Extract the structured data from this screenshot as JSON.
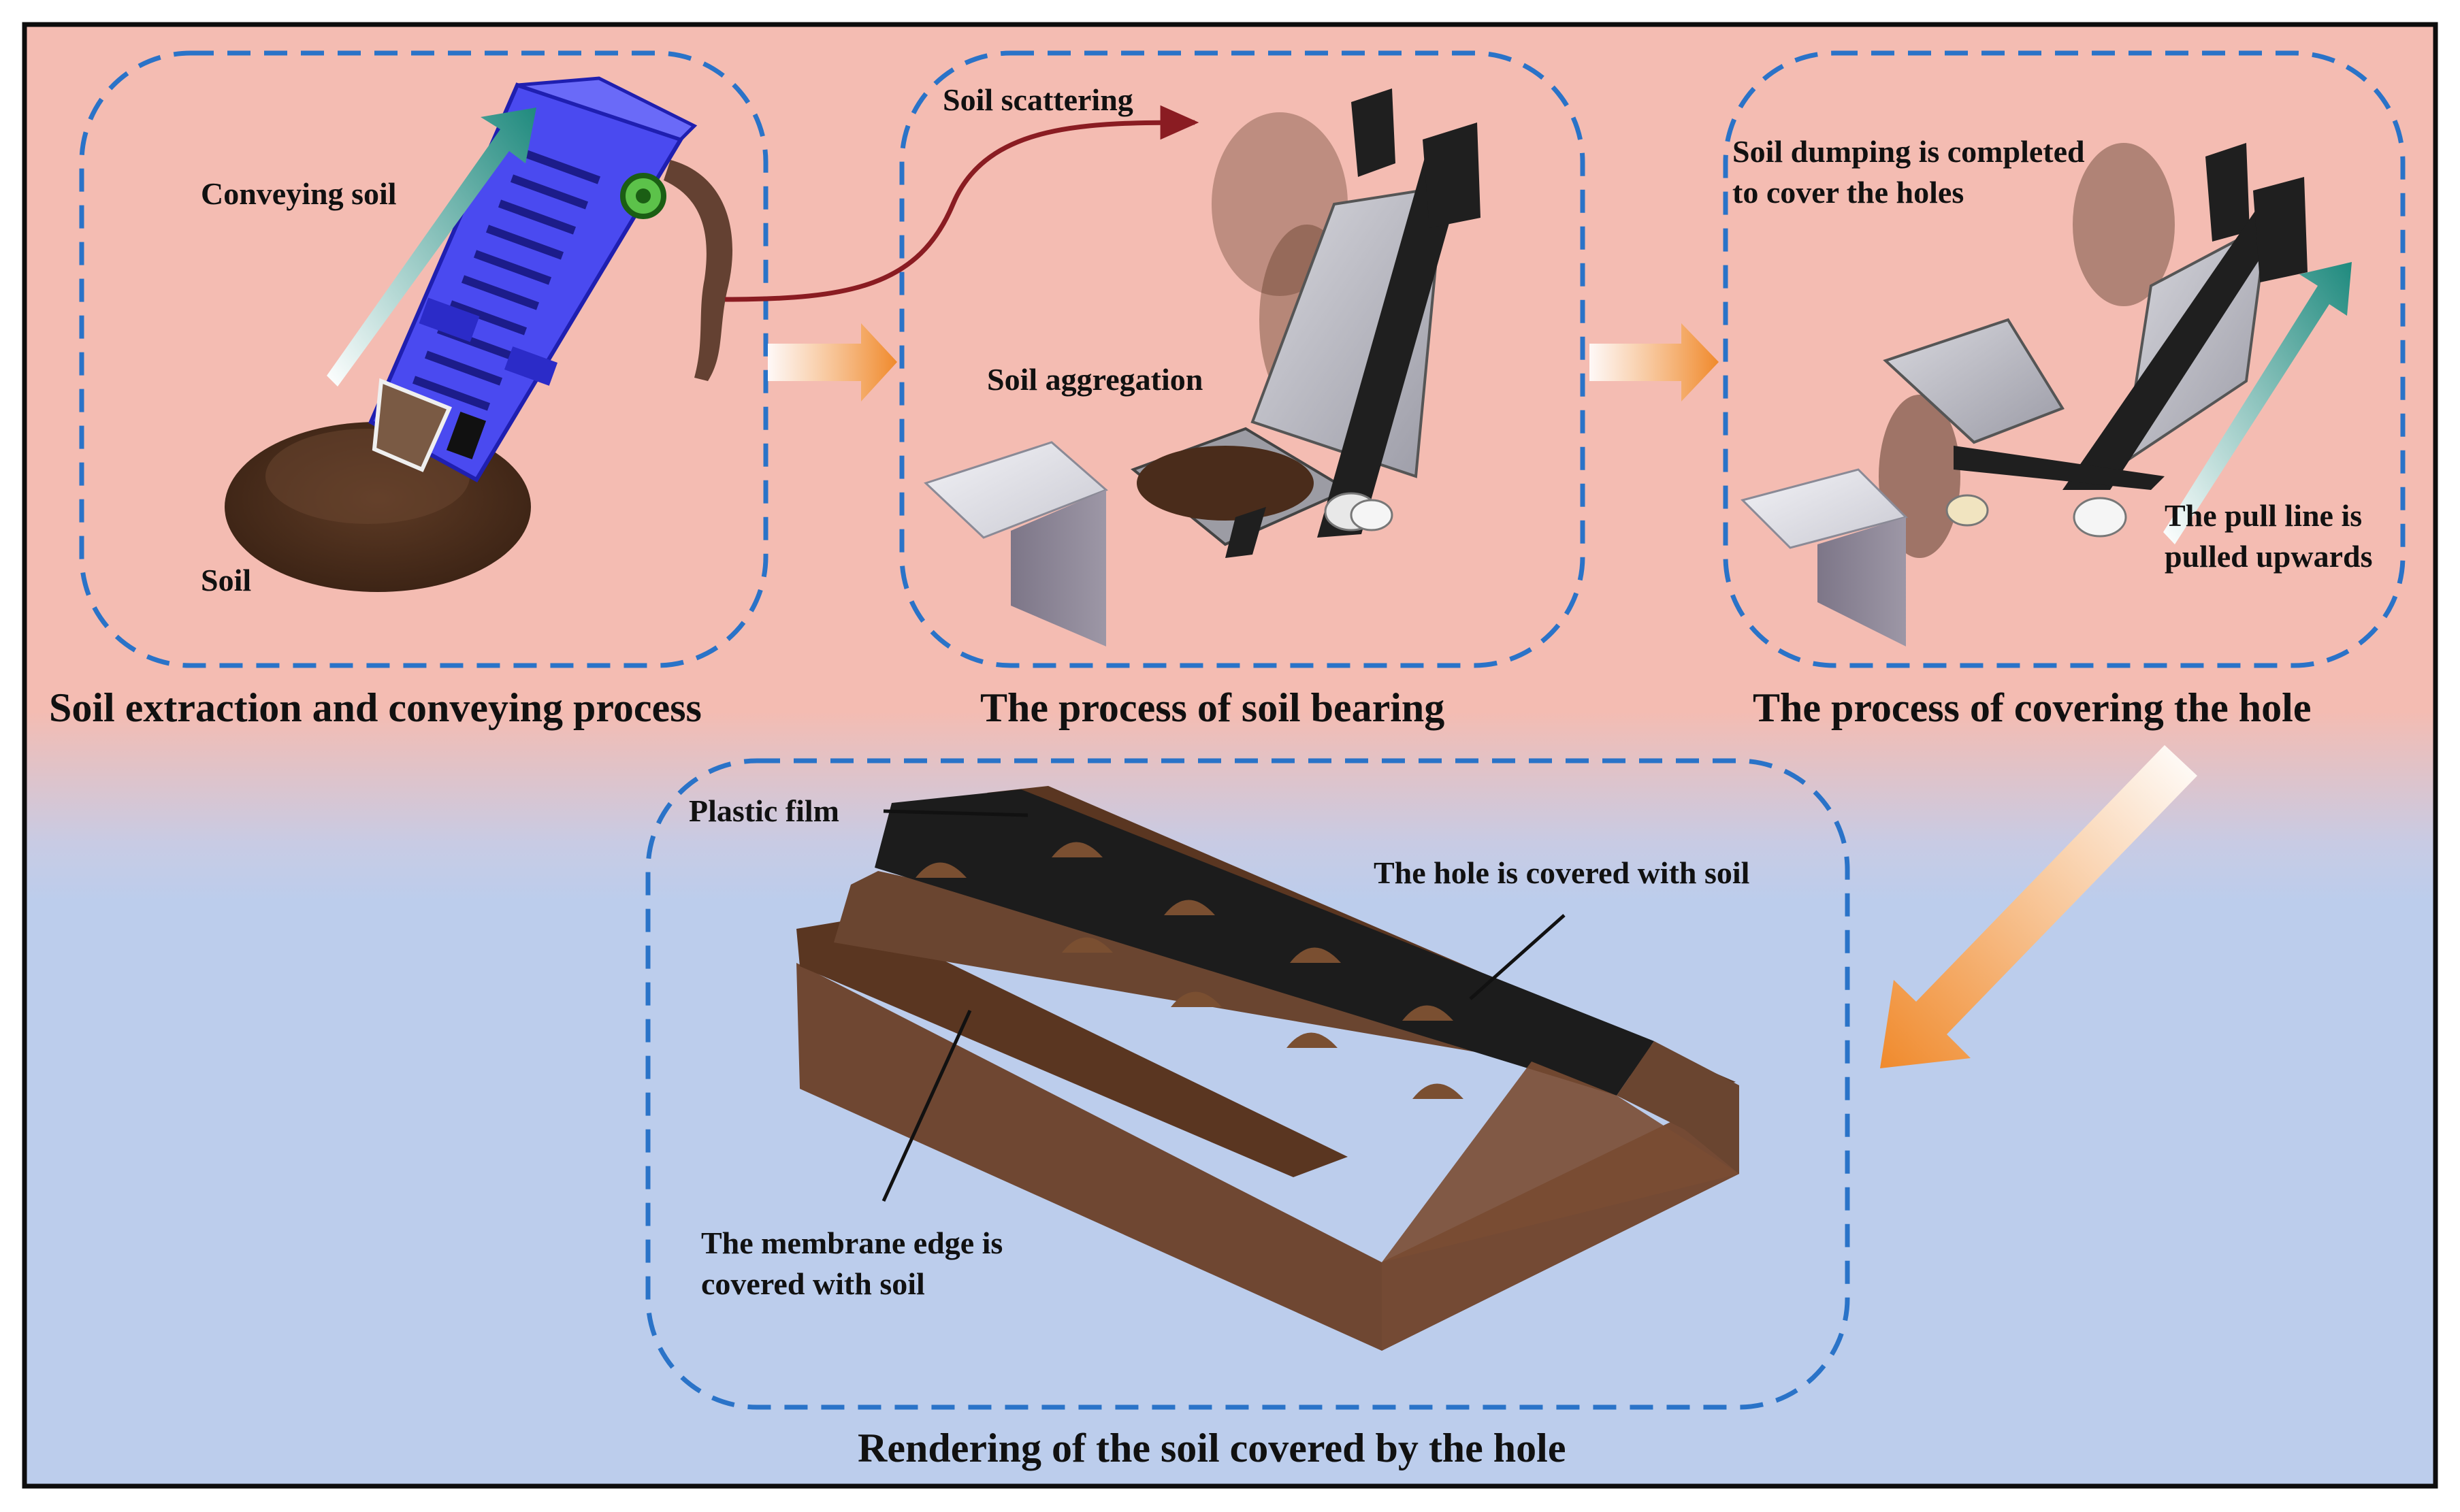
{
  "panels": {
    "extraction": {
      "title": "Soil extraction and conveying process",
      "conveying_label": "Conveying soil",
      "soil_label": "Soil"
    },
    "bearing": {
      "title": "The process of soil bearing",
      "scattering_label": "Soil scattering",
      "aggregation_label": "Soil aggregation"
    },
    "covering": {
      "title": "The process of covering the hole",
      "dumping_label_line1": "Soil dumping is completed",
      "dumping_label_line2": "to cover the holes",
      "pull_label_line1": "The pull line is",
      "pull_label_line2": "pulled upwards"
    },
    "rendering": {
      "title": "Rendering of the soil covered by the hole",
      "film_label": "Plastic film",
      "hole_label": "The hole is covered with soil",
      "edge_label_line1": "The membrane edge is",
      "edge_label_line2": "covered with soil"
    }
  },
  "colors": {
    "top_background": "#f4bcb2",
    "bottom_background": "#bccdec",
    "dashed_border": "#2a73c8",
    "flow_arrow": "#f08a2c",
    "soil": "#5a3621",
    "conveyor": "#4a4af0",
    "film": "#1c1c1c",
    "ridge": "#6f4732"
  }
}
